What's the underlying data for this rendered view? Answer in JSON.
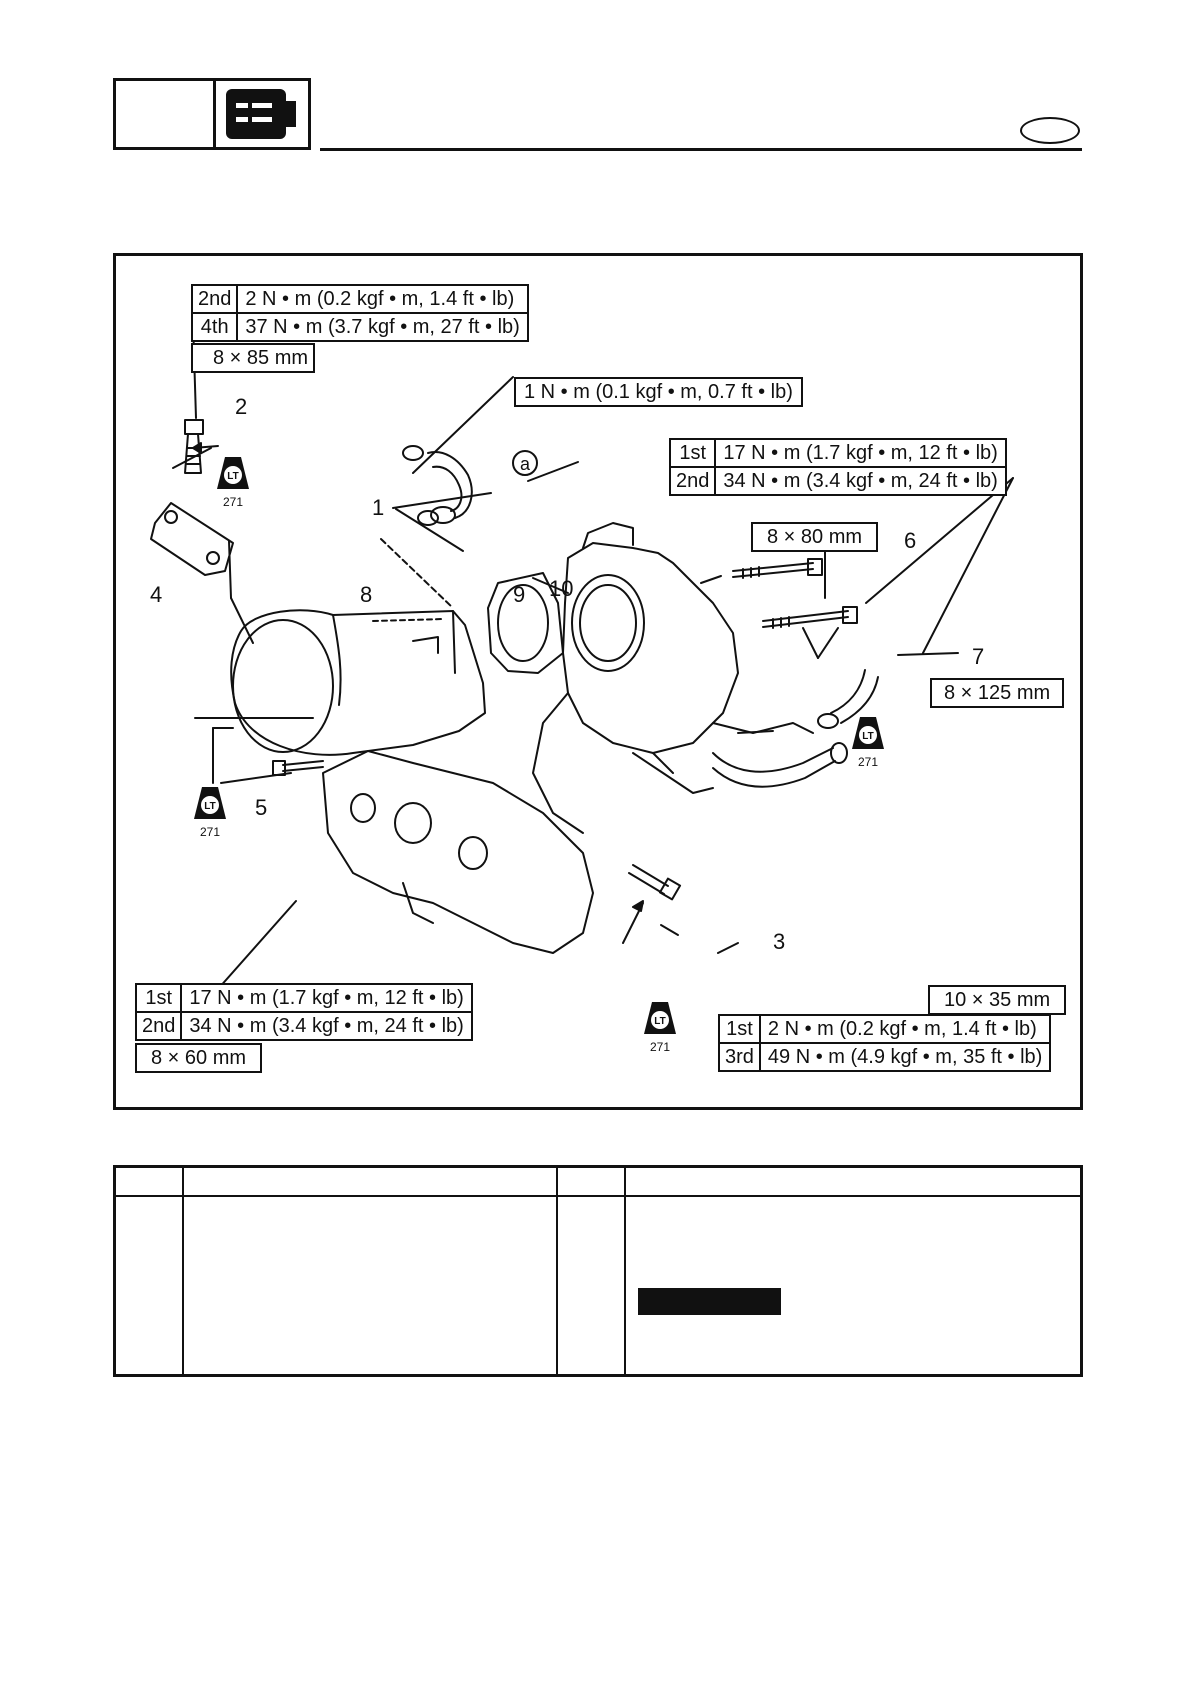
{
  "header": {
    "engine_icon": "engine-block-icon"
  },
  "figure": {
    "callouts": {
      "c1": "1",
      "c2": "2",
      "c3": "3",
      "c4": "4",
      "c5": "5",
      "c6": "6",
      "c7": "7",
      "c8": "8",
      "c9": "9",
      "c10": "10",
      "ca": "a"
    },
    "lt_code": "271",
    "lt_label": "LT",
    "spec_2": {
      "rows": [
        {
          "step": "2nd",
          "torque": "2 N • m (0.2 kgf • m, 1.4 ft • lb)"
        },
        {
          "step": "4th",
          "torque": "37 N • m (3.7 kgf • m, 27 ft • lb)"
        }
      ],
      "size": "8 × 85 mm"
    },
    "spec_1": {
      "torque": "1 N • m (0.1 kgf • m, 0.7 ft • lb)"
    },
    "spec_6_7": {
      "rows": [
        {
          "step": "1st",
          "torque": "17 N • m (1.7 kgf • m, 12 ft • lb)"
        },
        {
          "step": "2nd",
          "torque": "34 N • m (3.4 kgf • m, 24 ft • lb)"
        }
      ]
    },
    "spec_6_size": "8 × 80 mm",
    "spec_7_size": "8 × 125 mm",
    "spec_5": {
      "rows": [
        {
          "step": "1st",
          "torque": "17 N • m (1.7 kgf • m, 12 ft • lb)"
        },
        {
          "step": "2nd",
          "torque": "34 N • m (3.4 kgf • m, 24 ft • lb)"
        }
      ],
      "size": "8 × 60 mm"
    },
    "spec_3": {
      "size": "10 × 35 mm",
      "rows": [
        {
          "step": "1st",
          "torque": "2 N • m (0.2 kgf • m, 1.4 ft • lb)"
        },
        {
          "step": "3rd",
          "torque": "49 N • m (4.9 kgf • m, 35 ft • lb)"
        }
      ]
    }
  }
}
